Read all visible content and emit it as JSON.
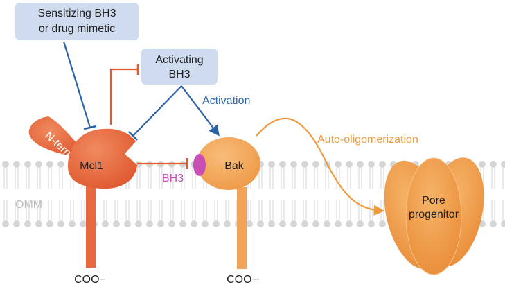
{
  "labels": {
    "sensitizing_line1": "Sensitizing BH3",
    "sensitizing_line2": "or drug mimetic",
    "activating_line1": "Activating",
    "activating_line2": "BH3",
    "activation": "Activation",
    "auto_oligomerization": "Auto-oligomerization",
    "nterm": "N-term",
    "mcl1": "Mcl1",
    "bak": "Bak",
    "bh3": "BH3",
    "omm": "OMM",
    "pore_line1": "Pore",
    "pore_line2": "progenitor",
    "coo_left": "COO−",
    "coo_right": "COO−"
  },
  "colors": {
    "mcl1": "#e8693f",
    "bak": "#f2a35a",
    "box_fill": "#cfdcef",
    "activation_arrow": "#2a62a8",
    "inhibit_arrow": "#e55a2b",
    "auto_arrow": "#ee9a3e",
    "bh3_site": "#c94fb6",
    "membrane": "#d9d9d9"
  }
}
